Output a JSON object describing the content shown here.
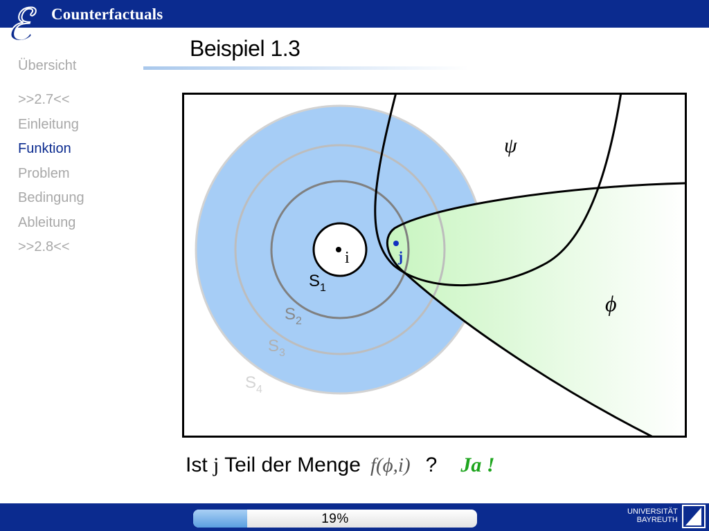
{
  "header": {
    "title": "Counterfactuals",
    "logo_letter": "ℰ"
  },
  "slide": {
    "title": "Beispiel 1.3"
  },
  "nav": {
    "items": [
      {
        "label": "Übersicht",
        "active": false
      },
      {
        "label": ">>2.7<<",
        "active": false
      },
      {
        "label": "Einleitung",
        "active": false
      },
      {
        "label": "Funktion",
        "active": true
      },
      {
        "label": "Problem",
        "active": false
      },
      {
        "label": "Bedingung",
        "active": false
      },
      {
        "label": "Ableitung",
        "active": false
      },
      {
        "label": ">>2.8<<",
        "active": false
      }
    ]
  },
  "figure": {
    "labels": {
      "i": "i",
      "j": "j",
      "psi": "ψ",
      "phi": "ϕ",
      "s1": "S",
      "s1_sub": "1",
      "s2": "S",
      "s2_sub": "2",
      "s3": "S",
      "s3_sub": "3",
      "s4": "S",
      "s4_sub": "4"
    },
    "colors": {
      "sphere_fill": "#a6cdf6",
      "phi_fill": "#c8f5c0",
      "j_point": "#1030c0"
    }
  },
  "caption": {
    "prefix": "Ist ",
    "var": "j",
    "middle": " Teil der Menge",
    "formula": "f(ϕ,i)",
    "question": "?",
    "answer": "Ja !"
  },
  "footer": {
    "progress_label": "19%",
    "progress_value": 0.19,
    "uni_line1": "UNIVERSITÄT",
    "uni_line2": "BAYREUTH"
  }
}
